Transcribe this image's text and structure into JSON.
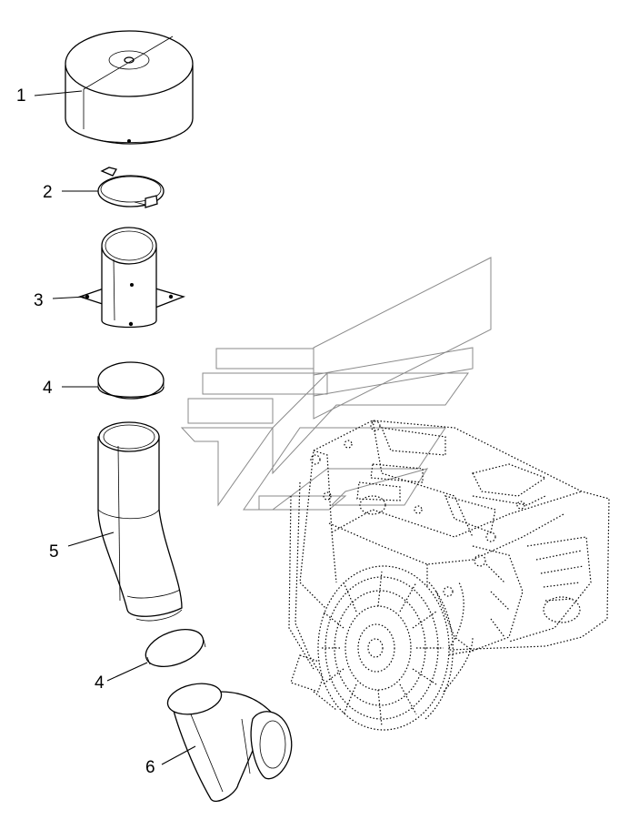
{
  "callouts": [
    {
      "id": "c1",
      "label": "1"
    },
    {
      "id": "c2",
      "label": "2"
    },
    {
      "id": "c3",
      "label": "3"
    },
    {
      "id": "c4a",
      "label": "4"
    },
    {
      "id": "c5",
      "label": "5"
    },
    {
      "id": "c4b",
      "label": "4"
    },
    {
      "id": "c6",
      "label": "6"
    }
  ],
  "colors": {
    "line": "#000000",
    "watermark": "#8a8a8a",
    "background": "#ffffff"
  }
}
